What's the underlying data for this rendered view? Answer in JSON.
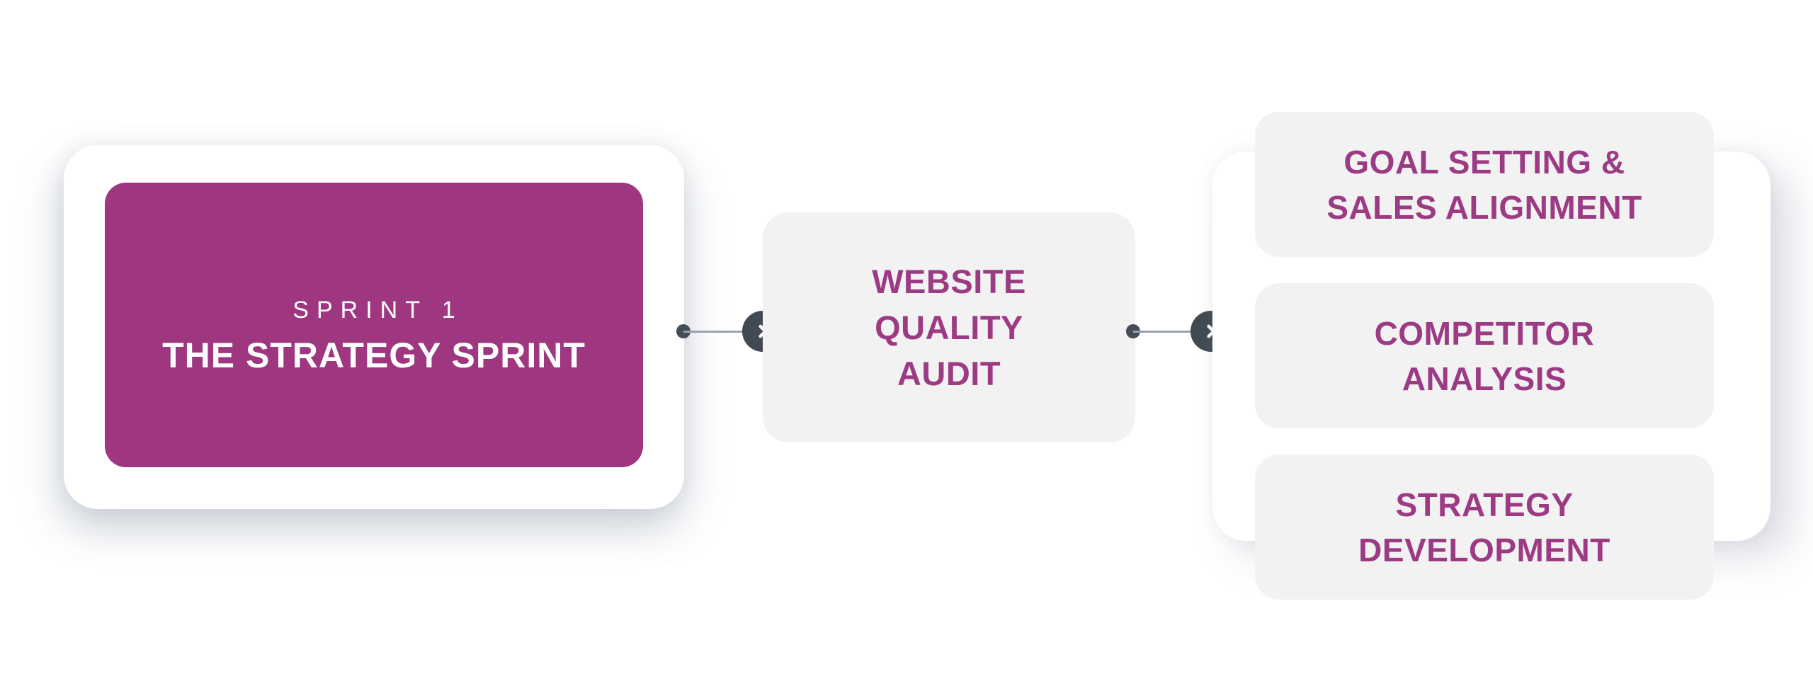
{
  "diagram": {
    "colors": {
      "magenta_fill": "#9E3680",
      "magenta_text": "#9C3B84",
      "card_gray": "#F2F2F3",
      "connector_slate": "#414A52",
      "connector_line": "#98A2AE",
      "panel_white": "#FFFFFF"
    },
    "sprint_card": {
      "eyebrow": "SPRINT 1",
      "title": "THE STRATEGY SPRINT"
    },
    "audit_card": {
      "lines": [
        "WEBSITE",
        "QUALITY",
        "AUDIT"
      ]
    },
    "outcome_cards": [
      {
        "lines": [
          "GOAL SETTING &",
          "SALES ALIGNMENT"
        ]
      },
      {
        "lines": [
          "COMPETITOR",
          "ANALYSIS"
        ]
      },
      {
        "lines": [
          "STRATEGY",
          "DEVELOPMENT"
        ]
      }
    ],
    "connectors": [
      {
        "icon": "chevron-right-icon"
      },
      {
        "icon": "chevron-right-icon"
      }
    ]
  }
}
